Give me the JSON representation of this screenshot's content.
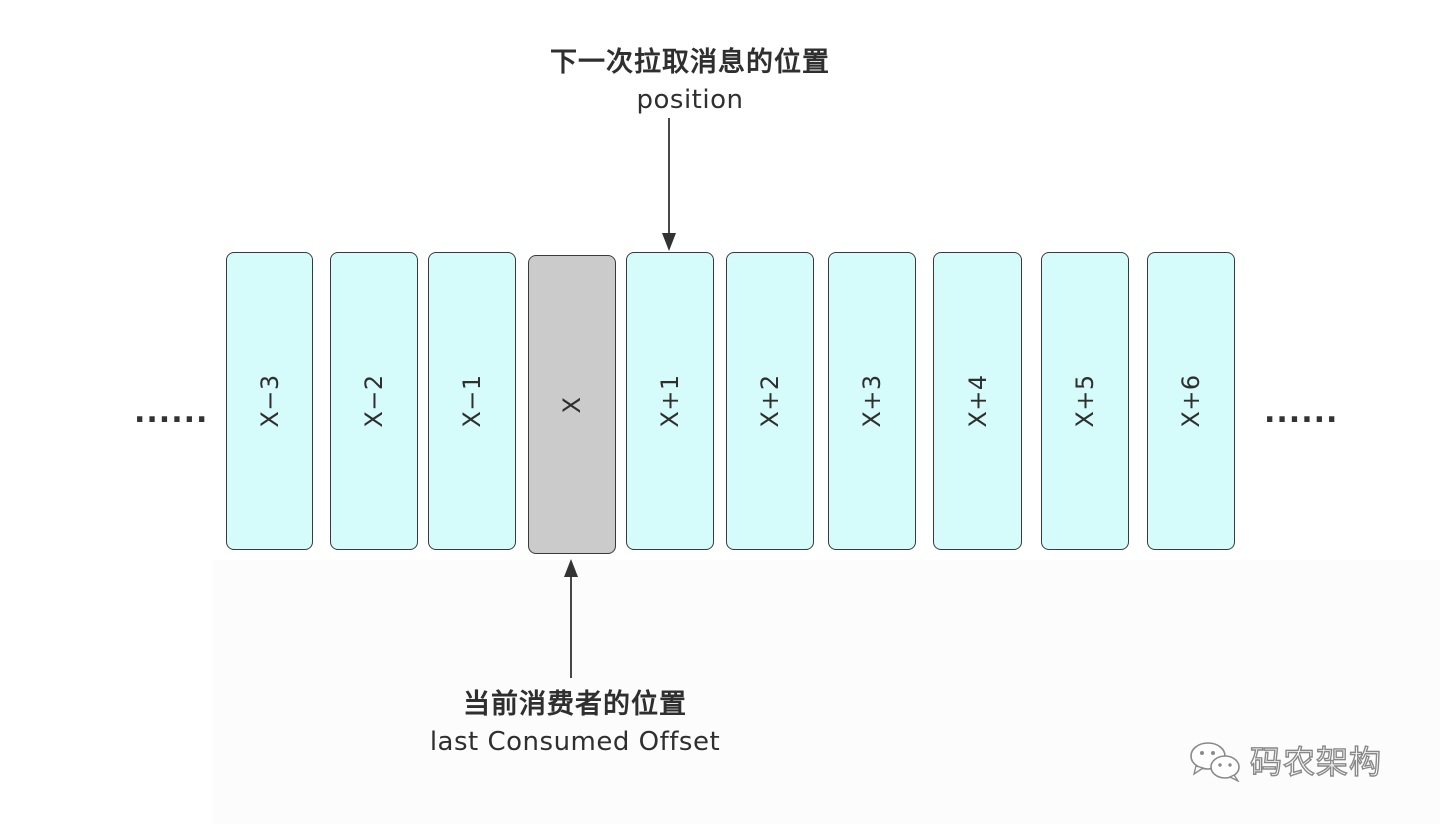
{
  "top_annotation": {
    "line1": "下一次拉取消息的位置",
    "line2": "position"
  },
  "bottom_annotation": {
    "line1": "当前消费者的位置",
    "line2": "last Consumed Offset"
  },
  "cells": [
    {
      "label": "X−3",
      "state": "normal"
    },
    {
      "label": "X−2",
      "state": "normal"
    },
    {
      "label": "X−1",
      "state": "normal"
    },
    {
      "label": "X",
      "state": "current"
    },
    {
      "label": "X+1",
      "state": "normal"
    },
    {
      "label": "X+2",
      "state": "normal"
    },
    {
      "label": "X+3",
      "state": "normal"
    },
    {
      "label": "X+4",
      "state": "normal"
    },
    {
      "label": "X+5",
      "state": "normal"
    },
    {
      "label": "X+6",
      "state": "normal"
    }
  ],
  "ellipsis_left": "......",
  "ellipsis_right": "......",
  "watermark": {
    "text": "码农架构",
    "icon": "wechat-icon"
  },
  "colors": {
    "cell_fill": "#d6fbfb",
    "current_fill": "#cbcbcb",
    "border": "#3a3a3a",
    "text": "#2f2f2f"
  }
}
